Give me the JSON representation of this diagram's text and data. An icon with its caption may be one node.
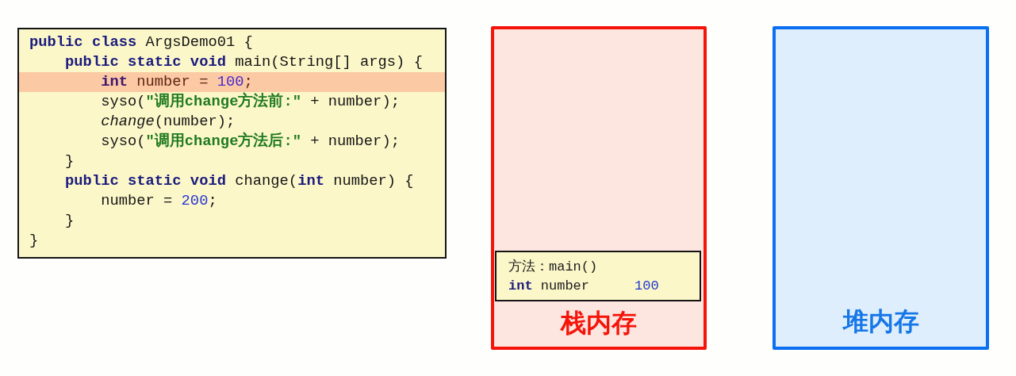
{
  "diagram": {
    "nodes": [
      {
        "text": [
          "**public class** ArgsDemo01 {",
          "**public static void** main(String[] args) {",
          "**int** number = 100;",
          "syso(**\"调用change方法前:\"** + number);",
          "*change*(number);",
          "syso(**\"调用change方法后:\"** + number);",
          "}",
          "**public static void** change(**int** number) {",
          "number = 200;",
          "}",
          "}"
        ]
      },
      {
        "text": [
          "栈内存"
        ]
      },
      {
        "text": [
          "方法：main()",
          "**int** number",
          "100"
        ],
        "in": 1
      },
      {
        "text": [
          "堆内存"
        ]
      }
    ]
  }
}
